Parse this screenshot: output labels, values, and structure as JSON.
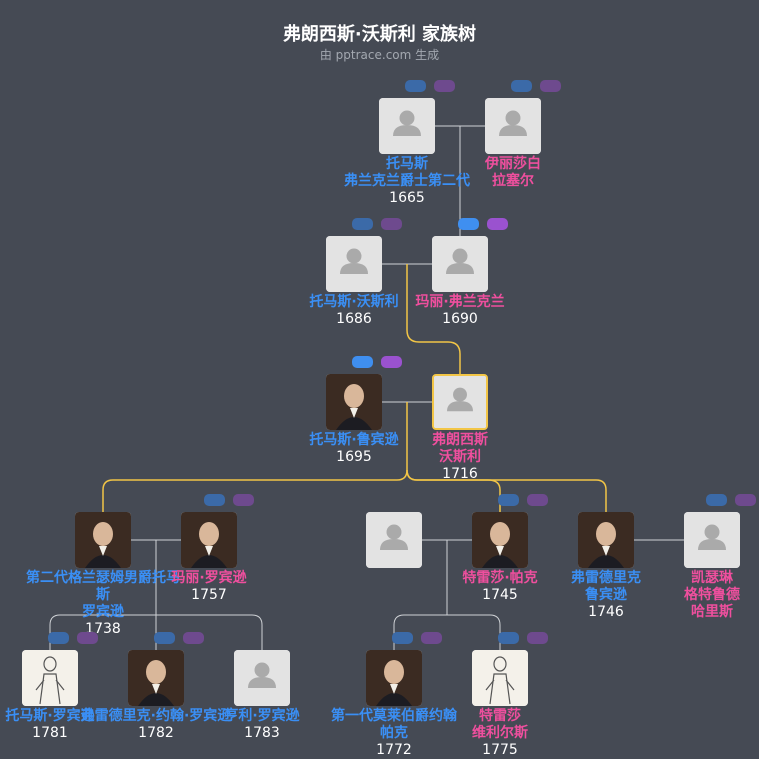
{
  "header": {
    "title": "弗朗西斯·沃斯利 家族树",
    "subtitle": "由 pptrace.com 生成"
  },
  "colors": {
    "background": "#454a54",
    "male": "#3a8ff5",
    "female": "#ef4f9e",
    "focus_border": "#f2c546",
    "line": "#cfd2d6",
    "focus_line": "#f2c546"
  },
  "people": [
    {
      "id": "thomas_frankland",
      "name": "托马斯\n弗兰克兰爵士第二代",
      "year": "1665",
      "gender": "male",
      "photo": "placeholder"
    },
    {
      "id": "elizabeth_russell",
      "name": "伊丽莎白\n拉塞尔",
      "year": "",
      "gender": "female",
      "photo": "placeholder"
    },
    {
      "id": "thomas_worsley",
      "name": "托马斯·沃斯利",
      "year": "1686",
      "gender": "male",
      "photo": "placeholder"
    },
    {
      "id": "mary_frankland",
      "name": "玛丽·弗兰克兰",
      "year": "1690",
      "gender": "female",
      "photo": "placeholder"
    },
    {
      "id": "thomas_robinson",
      "name": "托马斯·鲁宾逊",
      "year": "1695",
      "gender": "male",
      "photo": "portrait"
    },
    {
      "id": "frances_worsley",
      "name": "弗朗西斯\n沃斯利",
      "year": "1716",
      "gender": "female",
      "photo": "placeholder",
      "focus": true
    },
    {
      "id": "baron_grantham",
      "name": "第二代格兰瑟姆男爵托马斯\n罗宾逊",
      "year": "1738",
      "gender": "male",
      "photo": "portrait"
    },
    {
      "id": "mary_robinson",
      "name": "玛丽·罗宾逊",
      "year": "1757",
      "gender": "female",
      "photo": "portrait"
    },
    {
      "id": "unknown_husband",
      "name": "",
      "year": "",
      "gender": "male",
      "photo": "placeholder"
    },
    {
      "id": "theresa_parker",
      "name": "特雷莎·帕克",
      "year": "1745",
      "gender": "female",
      "photo": "portrait"
    },
    {
      "id": "frederick_robinson",
      "name": "弗雷德里克\n鲁宾逊",
      "year": "1746",
      "gender": "male",
      "photo": "portrait"
    },
    {
      "id": "catherine_gertrude",
      "name": "凯瑟琳\n格特鲁德\n哈里斯",
      "year": "",
      "gender": "female",
      "photo": "placeholder"
    },
    {
      "id": "thomas_robinson_2",
      "name": "托马斯·罗宾逊",
      "year": "1781",
      "gender": "male",
      "photo": "sketch"
    },
    {
      "id": "frederick_john",
      "name": "弗雷德里克·约翰·罗宾逊",
      "year": "1782",
      "gender": "male",
      "photo": "portrait"
    },
    {
      "id": "henry_robinson",
      "name": "亨利·罗宾逊",
      "year": "1783",
      "gender": "male",
      "photo": "placeholder"
    },
    {
      "id": "john_parker",
      "name": "第一代莫莱伯爵约翰\n帕克",
      "year": "1772",
      "gender": "male",
      "photo": "portrait"
    },
    {
      "id": "theresa_villiers",
      "name": "特雷莎\n维利尔斯",
      "year": "1775",
      "gender": "female",
      "photo": "sketch"
    }
  ]
}
